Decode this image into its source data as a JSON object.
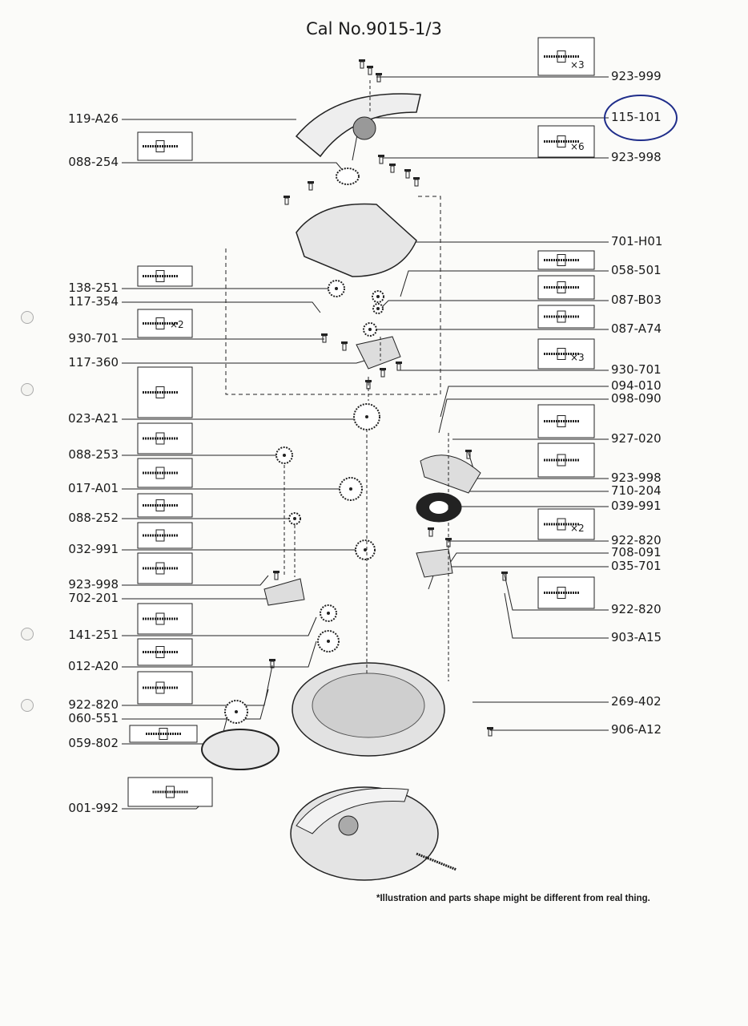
{
  "title": "Cal No.9015-1/3",
  "left_labels": [
    "119-A26",
    "088-254",
    "138-251",
    "117-354",
    "930-701",
    "117-360",
    "023-A21",
    "088-253",
    "017-A01",
    "088-252",
    "032-991",
    "923-998",
    "702-201",
    "141-251",
    "012-A20",
    "922-820",
    "060-551",
    "059-802",
    "001-992"
  ],
  "right_labels": [
    "923-999",
    "115-101",
    "923-998",
    "701-H01",
    "058-501",
    "087-B03",
    "087-A74",
    "930-701",
    "094-010",
    "098-090",
    "927-020",
    "923-998",
    "710-204",
    "039-991",
    "922-820",
    "708-091",
    "035-701",
    "922-820",
    "903-A15",
    "269-402",
    "906-A12"
  ],
  "quantities": {
    "q923_999": "×3",
    "q923_998": "×6",
    "q930_701_left": "×2",
    "q930_701_right": "×3",
    "q922_820": "×2"
  },
  "highlighted_part": "115-101",
  "highlight_color": "#1f2d8a",
  "footnote": "*Illustration and parts shape might be different from real thing."
}
